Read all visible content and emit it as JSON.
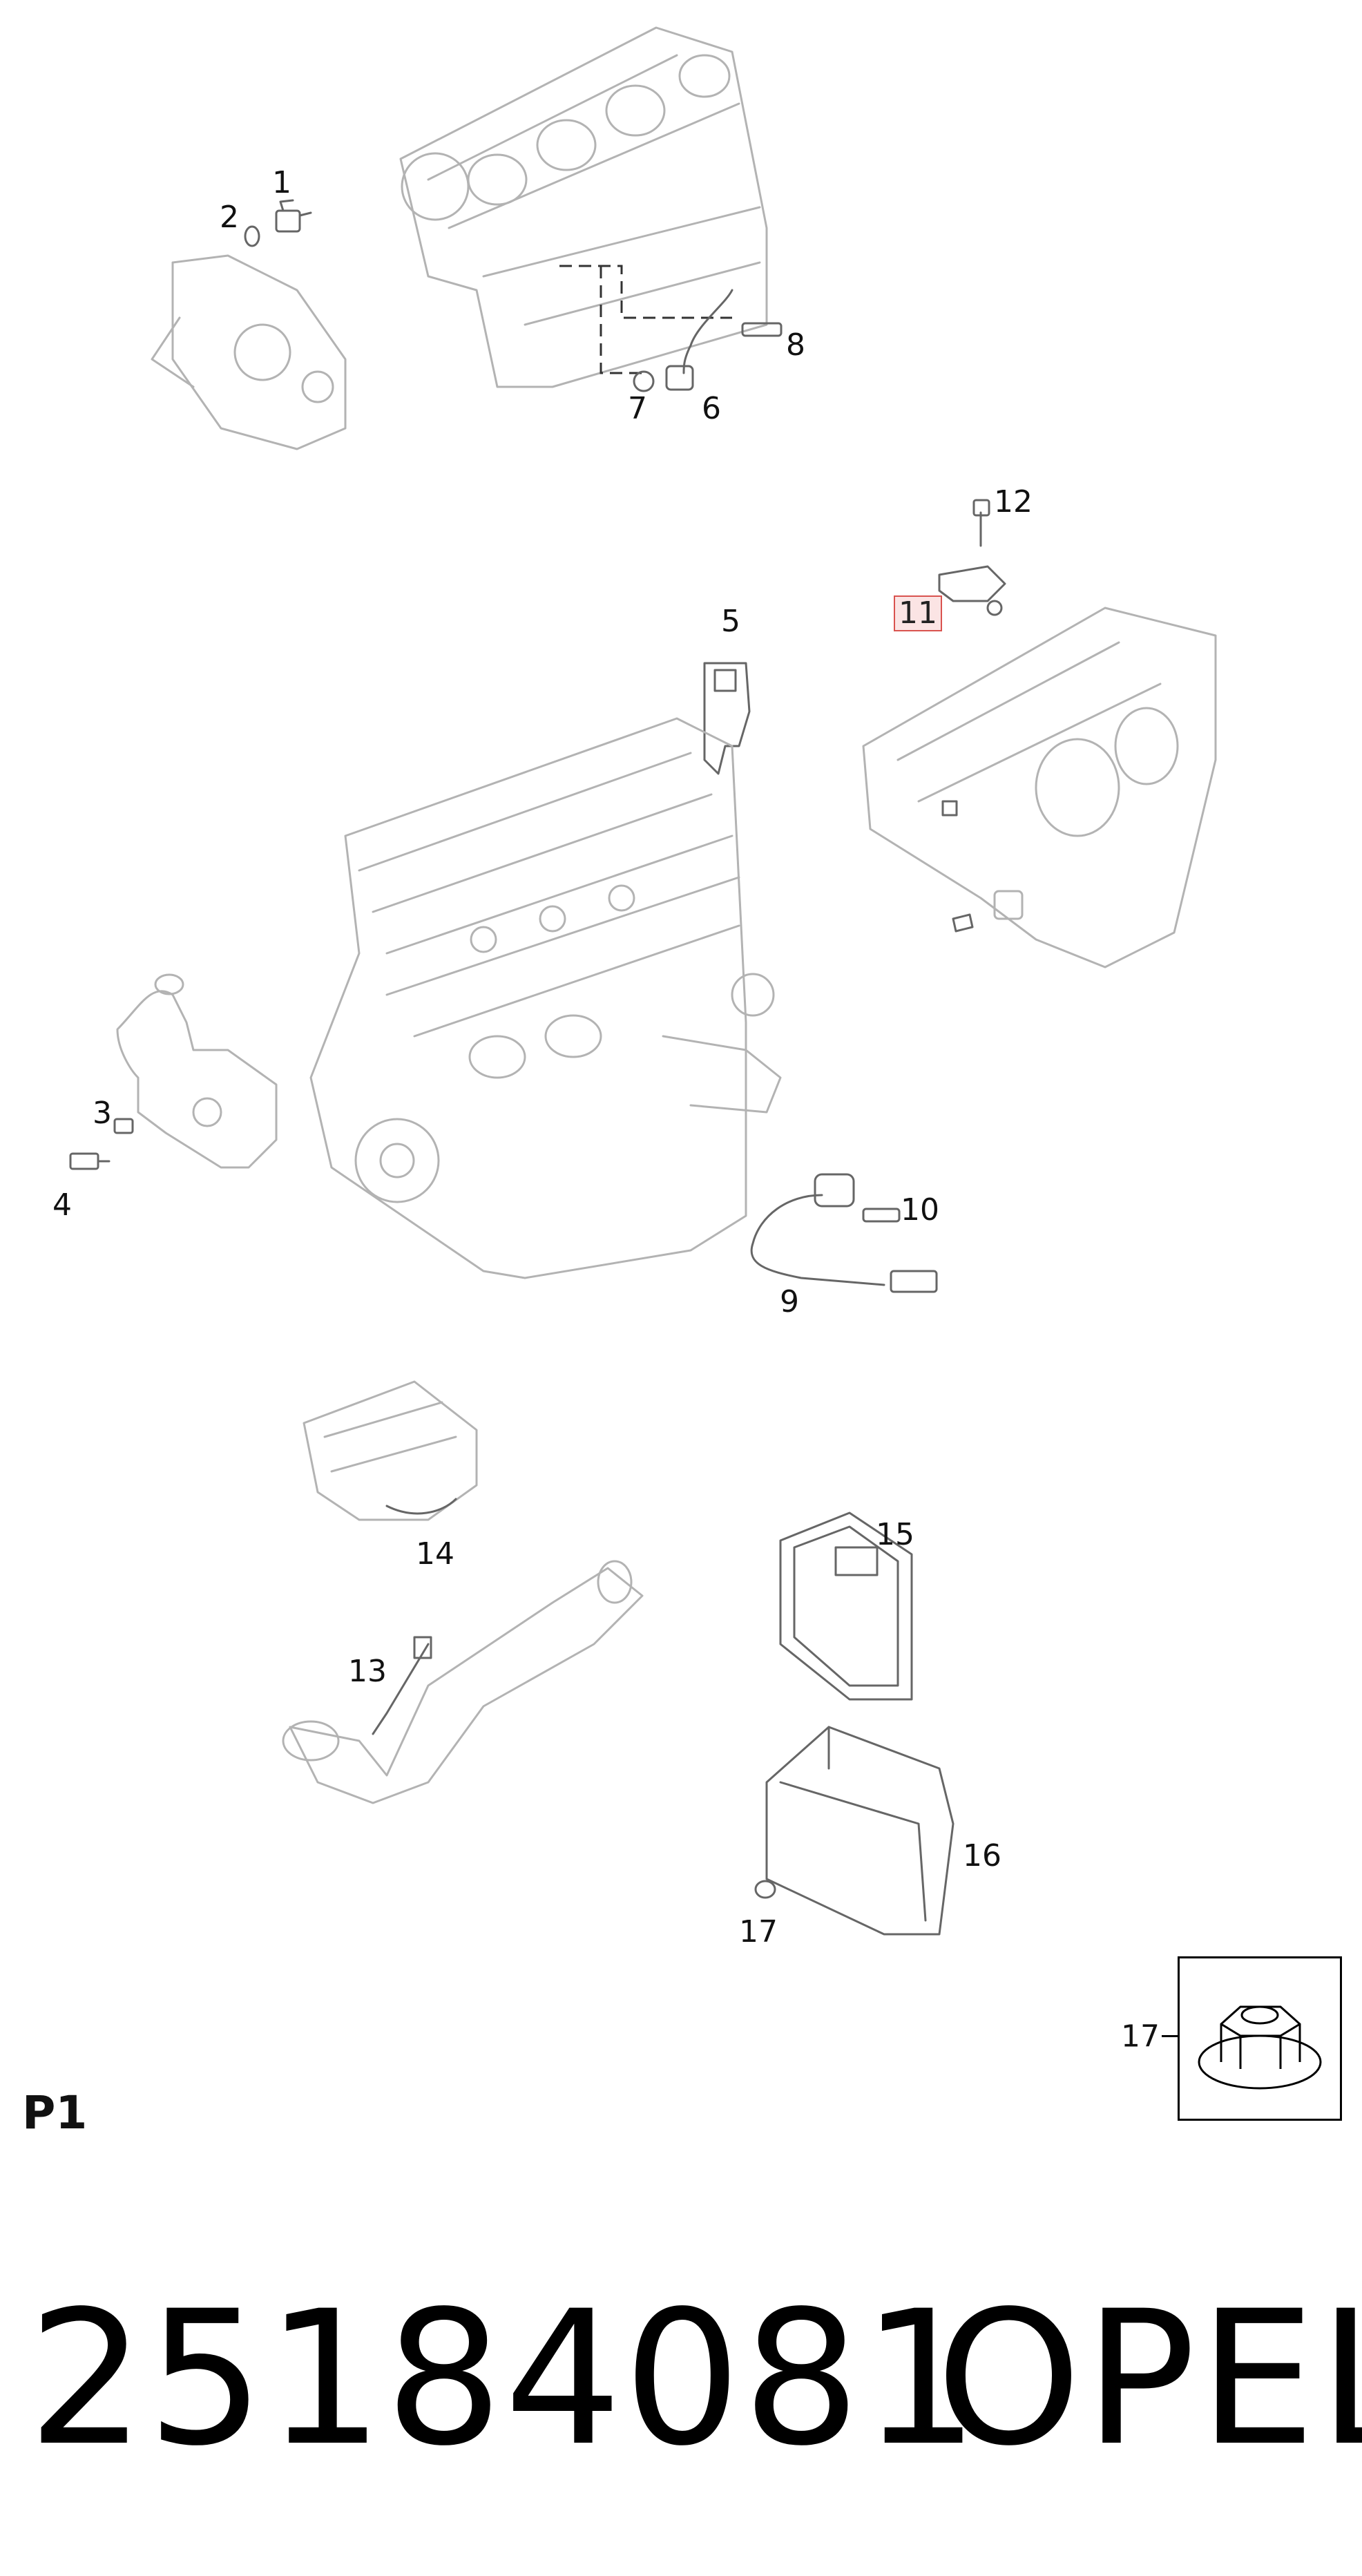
{
  "callouts": {
    "c1": "1",
    "c2": "2",
    "c3": "3",
    "c4": "4",
    "c5": "5",
    "c6": "6",
    "c7": "7",
    "c8": "8",
    "c9": "9",
    "c10": "10",
    "c11": "11",
    "c12": "12",
    "c13": "13",
    "c14": "14",
    "c15": "15",
    "c16": "16",
    "c17": "17"
  },
  "highlighted_callout": "11",
  "inset": {
    "label": "17"
  },
  "page_label": "P1",
  "part_number": "25184081",
  "brand": "OPEL",
  "colors": {
    "highlight_border": "#d9534f",
    "highlight_fill": "#fbe4e4",
    "line_art": "#b3b3b3"
  }
}
